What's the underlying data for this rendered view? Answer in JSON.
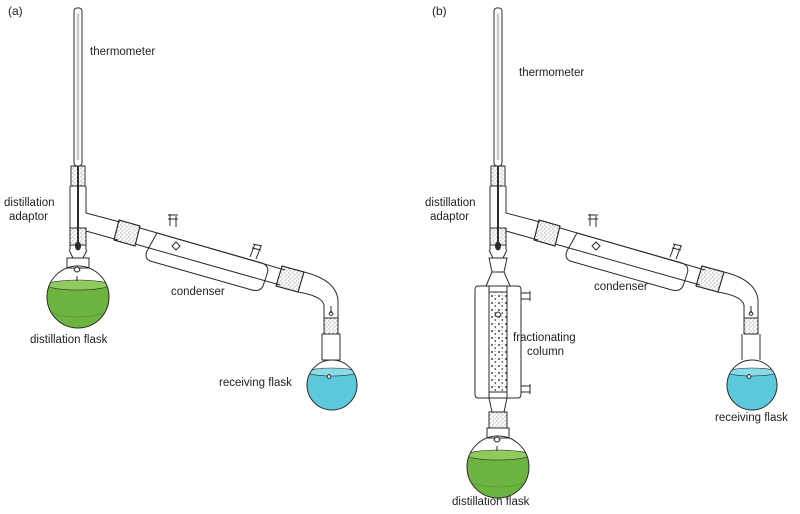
{
  "panels": [
    {
      "letter": "(a)",
      "labels": {
        "thermometer": "thermometer",
        "adaptor_line1": "distillation",
        "adaptor_line2": "adaptor",
        "condenser": "condenser",
        "distillation_flask": "distillation flask",
        "receiving_flask": "receiving flask"
      }
    },
    {
      "letter": "(b)",
      "labels": {
        "thermometer": "thermometer",
        "adaptor_line1": "distillation",
        "adaptor_line2": "adaptor",
        "condenser": "condenser",
        "column_line1": "fractionating",
        "column_line2": "column",
        "distillation_flask": "distillation flask",
        "receiving_flask": "receiving flask"
      }
    }
  ],
  "colors": {
    "glass_outline": "#2b2b2b",
    "distillation_liquid": "#6db33f",
    "receiving_liquid": "#5bc8dc",
    "packing": "#555555"
  }
}
